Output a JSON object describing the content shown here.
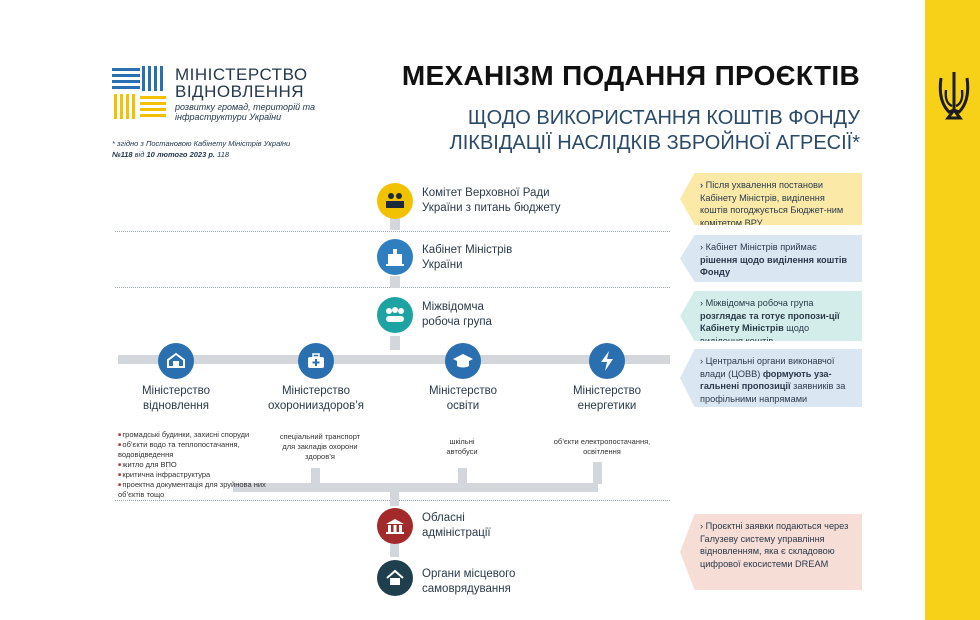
{
  "logo": {
    "line1": "МІНІСТЕРСТВО",
    "line2": "ВІДНОВЛЕННЯ",
    "subtitle": "розвитку громад, територій та інфраструктури України"
  },
  "note": {
    "line1": "* згідно з Постановою Кабінету Міністрів України",
    "number": "№118",
    "mid": " від ",
    "date": "10 лютого 2023 р.",
    "tail": " 118"
  },
  "title": "МЕХАНІЗМ ПОДАННЯ ПРОЄКТІВ",
  "subtitle_line1": "ЩОДО ВИКОРИСТАННЯ КОШТІВ ФОНДУ",
  "subtitle_line2": "ЛІКВІДАЦІЇ НАСЛІДКІВ ЗБРОЙНОЇ АГРЕСІЇ*",
  "chain": [
    {
      "label1": "Комітет Верховної Ради",
      "label2": "України з питань бюджету",
      "color": "#f2c200",
      "icon": "committee-icon"
    },
    {
      "label1": "Кабінет Міністрів",
      "label2": "України",
      "color": "#2f7fc0",
      "icon": "building-icon"
    },
    {
      "label1": "Міжвідомча",
      "label2": "робоча група",
      "color": "#1ea3a3",
      "icon": "group-icon"
    }
  ],
  "ministries": [
    {
      "label1": "Міністерство",
      "label2": "відновлення",
      "color": "#2a6fb0",
      "icon": "reconstruction-icon"
    },
    {
      "label1": "Міністерство",
      "label2": "охоронииздоров’я",
      "color": "#2a6fb0",
      "icon": "medical-case-icon"
    },
    {
      "label1": "Міністерство",
      "label2": "освіти",
      "color": "#2a6fb0",
      "icon": "graduation-cap-icon"
    },
    {
      "label1": "Міністерство",
      "label2": "енергетики",
      "color": "#2a6fb0",
      "icon": "lightning-icon"
    }
  ],
  "ministry_items": {
    "reconstruction": [
      "громадські будинки, захисні споруди",
      "об’єкти водо та теплопостачання, водовідведення",
      "житло для ВПО",
      "критична інфраструктура",
      "проектна документація для зруйнова них об’єктів тощо"
    ],
    "health": "спеціальний транспорт для закладів охорони здоров’я",
    "education": "шкільні автобуси",
    "energy": "об’єкти електропостачання, освітлення"
  },
  "lower": [
    {
      "label1": "Обласні",
      "label2": "адміністрації",
      "color": "#a32a2a",
      "icon": "regional-building-icon"
    },
    {
      "label1": "Органи місцевого",
      "label2": "самоврядування",
      "color": "#1f3f4f",
      "icon": "house-icon"
    }
  ],
  "notes": [
    {
      "color": "#fbe9a8",
      "parts": [
        "› ",
        "Після ухвалення постанови Кабінету Міністрів, виділення коштів погоджується Бюджет-ним комітетом ВРУ"
      ]
    },
    {
      "color": "#dbe6f3",
      "pre": "› Кабінет Міністрів приймає ",
      "bold": "рішення щодо виділення коштів Фонду",
      "post": ""
    },
    {
      "color": "#d3eeea",
      "pre": "› Міжвідомча робоча група ",
      "bold": "розглядає та готує пропози-ції Кабінету Міністрів",
      "post": " щодо виділення коштів"
    },
    {
      "color": "#dbe6f3",
      "pre": "› Центральні органи виконавчої влади (ЦОВВ) ",
      "bold": "формують уза-гальнені пропозиції",
      "post": " заявників за профільними напрямами"
    },
    {
      "color": "#f6ddd6",
      "pre": "› Проєктні заявки подаються через Галузеву систему управління відновленням, яка є складовою цифрової екосистеми DREAM",
      "bold": "",
      "post": ""
    }
  ]
}
